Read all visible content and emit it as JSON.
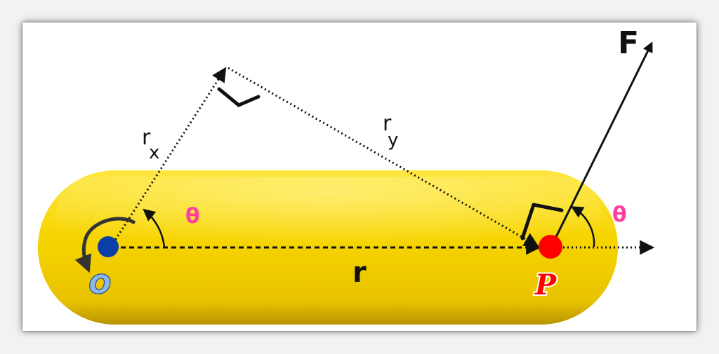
{
  "labels": {
    "force": "F",
    "r": "r",
    "rx_main": "r",
    "rx_sub": "x",
    "ry_main": "r",
    "ry_sub": "y",
    "theta_left": "θ",
    "theta_right": "θ",
    "origin": "O",
    "point": "P"
  },
  "colors": {
    "rod": "#f4d000",
    "rod_shadow": "#c9a400",
    "theta": "#ff3fa0",
    "origin_dot": "#0a3fa8",
    "origin_label": "#8fb8e6",
    "point_dot": "#ff0000",
    "point_label": "#ff0000",
    "lines": "#111111"
  }
}
